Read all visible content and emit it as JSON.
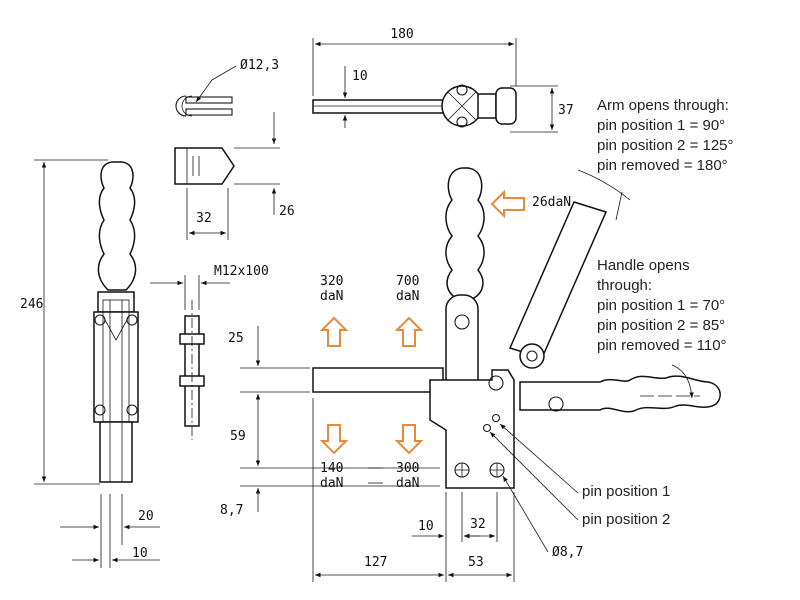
{
  "dimensions": {
    "d180": "180",
    "d10_top": "10",
    "d37": "37",
    "phi12": "Ø12,3",
    "d26": "26",
    "d32_top": "32",
    "m12": "M12x100",
    "d246": "246",
    "d25": "25",
    "d59": "59",
    "d8_7": "8,7",
    "d20": "20",
    "d10_bottom": "10",
    "d127": "127",
    "d10_mid": "10",
    "d32_mid": "32",
    "d53": "53",
    "phi8": "Ø8,7"
  },
  "loads": {
    "top_left_value": "320",
    "top_left_unit": "daN",
    "top_right_value": "700",
    "top_right_unit": "daN",
    "bottom_left_value": "140",
    "bottom_left_unit": "daN",
    "bottom_right_value": "300",
    "bottom_right_unit": "daN",
    "handle_force": "26daN"
  },
  "notes": {
    "arm": [
      "Arm opens through:",
      "pin position 1 = 90°",
      "pin position 2 = 125°",
      "pin removed  = 180°"
    ],
    "handle": [
      "Handle opens",
      "through:",
      "pin position 1 = 70°",
      "pin position 2 = 85°",
      "pin removed  = 110°"
    ],
    "pin1": "pin position 1",
    "pin2": "pin position 2"
  },
  "colors": {
    "arrow": "#e98a3a",
    "line": "#111111"
  }
}
